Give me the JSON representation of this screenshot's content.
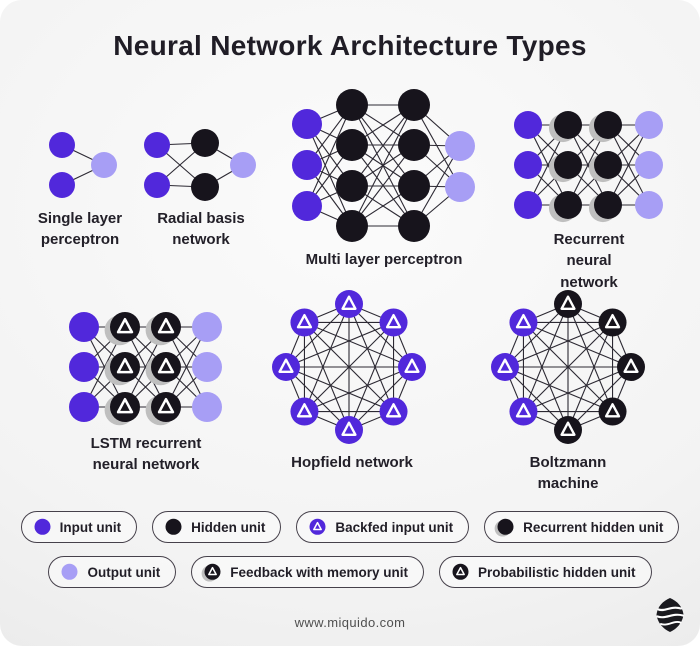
{
  "title": "Neural Network Architecture Types",
  "networks": [
    {
      "id": "slp",
      "label": "Single layer\nperceptron",
      "type": "layered",
      "layers": [
        "input",
        "output"
      ],
      "counts": [
        2,
        1
      ]
    },
    {
      "id": "rbf",
      "label": "Radial basis\nnetwork",
      "type": "layered",
      "layers": [
        "input",
        "hidden",
        "output"
      ],
      "counts": [
        2,
        2,
        1
      ]
    },
    {
      "id": "mlp",
      "label": "Multi layer perceptron",
      "type": "layered",
      "layers": [
        "input",
        "hidden",
        "hidden",
        "output"
      ],
      "counts": [
        3,
        4,
        4,
        2
      ]
    },
    {
      "id": "rnn",
      "label": "Recurrent neural\nnetwork",
      "type": "layered",
      "layers": [
        "input",
        "recurrent",
        "recurrent",
        "output"
      ],
      "counts": [
        3,
        3,
        3,
        3
      ]
    },
    {
      "id": "lstm",
      "label": "LSTM recurrent\nneural network",
      "type": "layered",
      "layers": [
        "input",
        "memory",
        "memory",
        "output"
      ],
      "counts": [
        3,
        3,
        3,
        3
      ]
    },
    {
      "id": "hopfield",
      "label": "Hopfield network",
      "type": "ring",
      "nodes": [
        "backfed",
        "backfed",
        "backfed",
        "backfed",
        "backfed",
        "backfed",
        "backfed",
        "backfed"
      ]
    },
    {
      "id": "boltzmann",
      "label": "Boltzmann machine",
      "type": "ring",
      "nodes": [
        "probabilistic",
        "probabilistic",
        "probabilistic",
        "probabilistic",
        "probabilistic",
        "backfed",
        "backfed",
        "backfed"
      ]
    }
  ],
  "legend": {
    "row1": [
      {
        "type": "input",
        "label": "Input unit"
      },
      {
        "type": "hidden",
        "label": "Hidden unit"
      },
      {
        "type": "backfed",
        "label": "Backfed input unit"
      },
      {
        "type": "recurrent",
        "label": "Recurrent hidden unit"
      }
    ],
    "row2": [
      {
        "type": "output",
        "label": "Output unit"
      },
      {
        "type": "memory",
        "label": "Feedback with memory unit"
      },
      {
        "type": "probabilistic",
        "label": "Probabilistic hidden unit"
      }
    ]
  },
  "footer": {
    "url": "www.miquido.com",
    "logo": "miquido-logo"
  },
  "colors": {
    "input": "#5128db",
    "hidden": "#17141c",
    "output": "#a79ef5",
    "backfed": "#5128db",
    "recurrent": "#17141c",
    "memory": "#17141c",
    "probabilistic": "#17141c",
    "edge": "#2c2933",
    "shadow": "#bfbfbf",
    "triangle": "#ffffff"
  }
}
